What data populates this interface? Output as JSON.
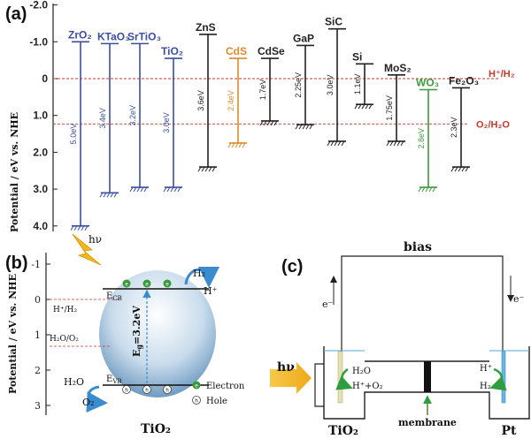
{
  "panel_a": {
    "label": "(a)",
    "y_axis_label": "Potential / eV vs. NHE",
    "y_ticks": [
      "-2.0",
      "-1.0",
      "0",
      "1.0",
      "2.0",
      "3.0",
      "4.0"
    ],
    "ref_hydrogen": "H⁺/H₂",
    "ref_oxygen": "O₂/H₂O",
    "materials": [
      {
        "name": "ZrO₂",
        "gap": "5.0eV",
        "color": "#3b4ea0"
      },
      {
        "name": "KTaO₃",
        "gap": "3.4eV",
        "color": "#3b4ea0"
      },
      {
        "name": "SrTiO₃",
        "gap": "3.2eV",
        "color": "#3b4ea0"
      },
      {
        "name": "TiO₂",
        "gap": "3.0eV",
        "color": "#3b4ea0"
      },
      {
        "name": "ZnS",
        "gap": "3.6eV",
        "color": "#222222"
      },
      {
        "name": "CdS",
        "gap": "2.4eV",
        "color": "#e08a2a"
      },
      {
        "name": "CdSe",
        "gap": "1.7eV",
        "color": "#222222"
      },
      {
        "name": "GaP",
        "gap": "2.25eV",
        "color": "#222222"
      },
      {
        "name": "SiC",
        "gap": "3.0eV",
        "color": "#222222"
      },
      {
        "name": "Si",
        "gap": "1.1eV",
        "color": "#222222"
      },
      {
        "name": "MoS₂",
        "gap": "1.75eV",
        "color": "#222222"
      },
      {
        "name": "WO₃",
        "gap": "2.8eV",
        "color": "#3c9a3c"
      },
      {
        "name": "Fe₂O₃",
        "gap": "2.3eV",
        "color": "#222222"
      }
    ]
  },
  "panel_b": {
    "label": "(b)",
    "y_axis_label": "Potential / eV vs. NHE",
    "y_ticks": [
      "-1",
      "0",
      "1",
      "2",
      "3"
    ],
    "hv": "hν",
    "ecb": "E",
    "ecb_sub": "CB",
    "evb": "E",
    "evb_sub": "VB",
    "gap_label": "E",
    "gap_sub": "g",
    "gap_value": "=3.2eV",
    "ref_h": "H⁺/H₂",
    "ref_o": "H₂O/O₂",
    "h2": "H₂",
    "hplus": "H⁺",
    "h2o": "H₂O",
    "o2": "O₂",
    "electron_legend": "Electron",
    "hole_legend": "Hole",
    "electron_symbol": "e",
    "hole_symbol": "h",
    "material": "TiO₂"
  },
  "panel_c": {
    "label": "(c)",
    "bias": "bias",
    "hv": "hν",
    "e_left": "e⁻",
    "e_right": "e⁻",
    "h2o": "H₂O",
    "hplus_o2": "H⁺+O₂",
    "hplus": "H⁺",
    "h2": "H₂",
    "membrane": "membrane",
    "anode": "TiO₂",
    "cathode": "Pt"
  }
}
